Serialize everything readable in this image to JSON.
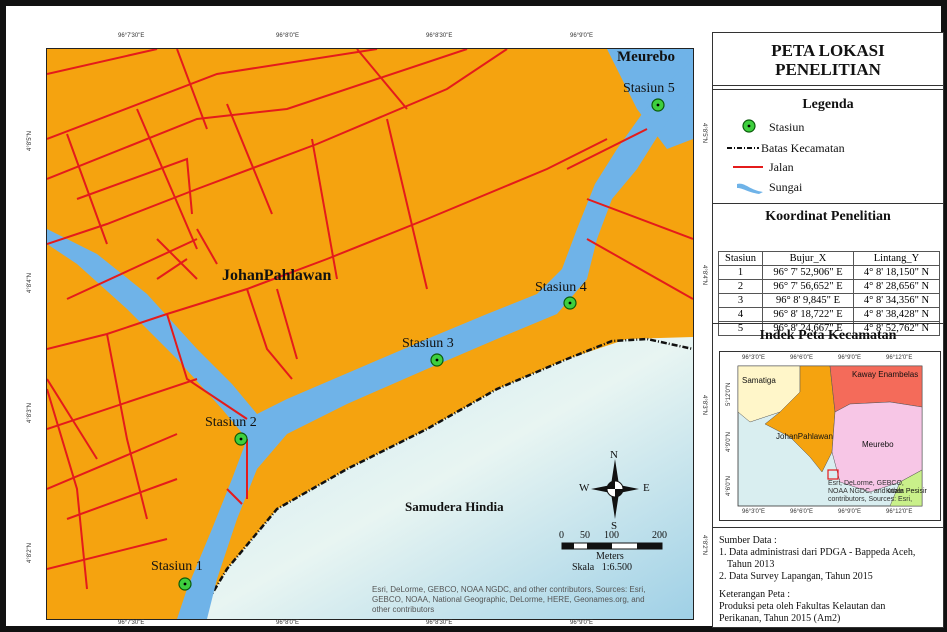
{
  "panel": {
    "title_line1": "PETA LOKASI",
    "title_line2": "PENELITIAN",
    "legend_heading": "Legenda",
    "legend": [
      {
        "label": "Stasiun",
        "icon": "station-icon"
      },
      {
        "label": "Batas Kecamatan",
        "icon": "boundary-line-icon"
      },
      {
        "label": "Jalan",
        "icon": "road-line-icon"
      },
      {
        "label": "Sungai",
        "icon": "river-icon"
      }
    ],
    "coord_heading": "Koordinat Penelitian",
    "coord_headers": [
      "Stasiun",
      "Bujur_X",
      "Lintang_Y"
    ],
    "coord_rows": [
      [
        "1",
        "96° 7' 52,906\" E",
        "4° 8' 18,150\" N"
      ],
      [
        "2",
        "96° 7' 56,652\" E",
        "4° 8' 28,656\" N"
      ],
      [
        "3",
        "96° 8' 9,845\" E",
        "4° 8' 34,356\" N"
      ],
      [
        "4",
        "96° 8' 18,722\" E",
        "4° 8' 38,428\" N"
      ],
      [
        "5",
        "96° 8' 24,667\" E",
        "4° 8' 52,762\" N"
      ]
    ],
    "index_heading": "Indek Peta Kecamatan",
    "source_heading": "Sumber Data :",
    "source_1a": "1. Data  administrasi dari PDGA - Bappeda Aceh,",
    "source_1b": "Tahun 2013",
    "source_2": "2. Data Survey Lapangan, Tahun 2015",
    "note_heading": "Keterangan Peta :",
    "note_1": "Produksi peta oleh Fakultas Kelautan dan",
    "note_2": "Perikanan, Tahun 2015 (Am2)"
  },
  "inset": {
    "top_ticks": [
      "96°3'0\"E",
      "96°6'0\"E",
      "96°9'0\"E",
      "96°12'0\"E"
    ],
    "bottom_ticks": [
      "96°3'0\"E",
      "96°6'0\"E",
      "96°9'0\"E",
      "96°12'0\"E"
    ],
    "side_ticks": [
      "5°12'0\"N",
      "4°9'0\"N",
      "4°6'0\"N"
    ],
    "regions": {
      "samatiga": "Samatiga",
      "kaway": "Kaway Enambelas",
      "johan": "JohanPahlawan",
      "meurebo": "Meurebo",
      "kuala": "Kuala Pesisir"
    },
    "attribution": "Esri, DeLorme, GEBCO, NOAA NGDC, and other contributors, Sources: Esri,"
  },
  "map": {
    "region_label": "JohanPahlawan",
    "region_meurebo": "Meurebo",
    "sea_label": "Samudera Hindia",
    "stations": [
      "Stasiun 1",
      "Stasiun 2",
      "Stasiun 3",
      "Stasiun 4",
      "Stasiun 5"
    ],
    "top_ticks": [
      "96°7'30\"E",
      "96°8'0\"E",
      "96°8'30\"E",
      "96°9'0\"E"
    ],
    "bottom_ticks": [
      "96°7'30\"E",
      "96°8'0\"E",
      "96°8'30\"E",
      "96°9'0\"E"
    ],
    "left_ticks": [
      "4°8'5\"N",
      "4°8'4\"N",
      "4°8'3\"N",
      "4°8'2\"N"
    ],
    "right_ticks": [
      "4°8'5\"N",
      "4°8'4\"N",
      "4°8'3\"N",
      "4°8'2\"N"
    ],
    "compass": {
      "n": "N",
      "s": "S",
      "e": "E",
      "w": "W"
    },
    "scale_ticks": [
      "0",
      "50",
      "100",
      "200"
    ],
    "scale_unit": "Meters",
    "scale_text": "Skala   1:6.500",
    "attribution_1": "Esri, DeLorme, GEBCO, NOAA NGDC, and other contributors, Sources: Esri,",
    "attribution_2": "GEBCO, NOAA, National Geographic, DeLorme, HERE, Geonames.org, and",
    "attribution_3": "other contributors"
  },
  "colors": {
    "land": "#f5a30f",
    "river": "#6fb3e8",
    "road": "#e41b1b",
    "station_fill": "#3ecf3e",
    "sea_light": "#d9eef0"
  }
}
